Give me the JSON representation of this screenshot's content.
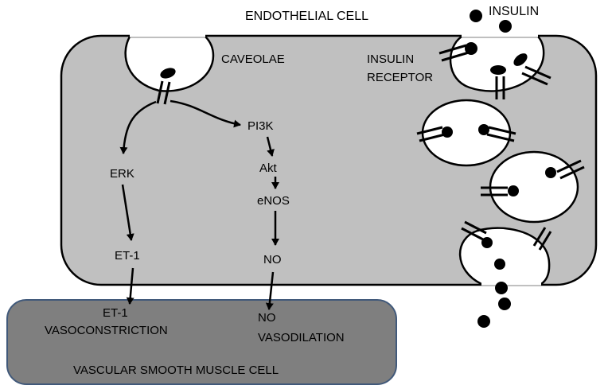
{
  "labels": {
    "endothelial_cell": "ENDOTHELIAL CELL",
    "insulin": "INSULIN",
    "caveolae": "CAVEOLAE",
    "insulin_receptor_line1": "INSULIN",
    "insulin_receptor_line2": "RECEPTOR",
    "pi3k": "PI3K",
    "akt": "Akt",
    "enos": "eNOS",
    "no": "NO",
    "erk": "ERK",
    "et1": "ET-1",
    "vsmc_et1": "ET-1",
    "vasoconstriction": "VASOCONSTRICTION",
    "vsmc_no": "NO",
    "vasodilation": "VASODILATION",
    "vascular_smooth_muscle_cell": "VASCULAR SMOOTH MUSCLE CELL"
  },
  "colors": {
    "endothelial_fill": "#c0c0c0",
    "smooth_muscle_fill": "#7f7f7f",
    "smooth_muscle_border": "#41597a",
    "outline": "#000000",
    "vesicle_fill": "#ffffff"
  }
}
